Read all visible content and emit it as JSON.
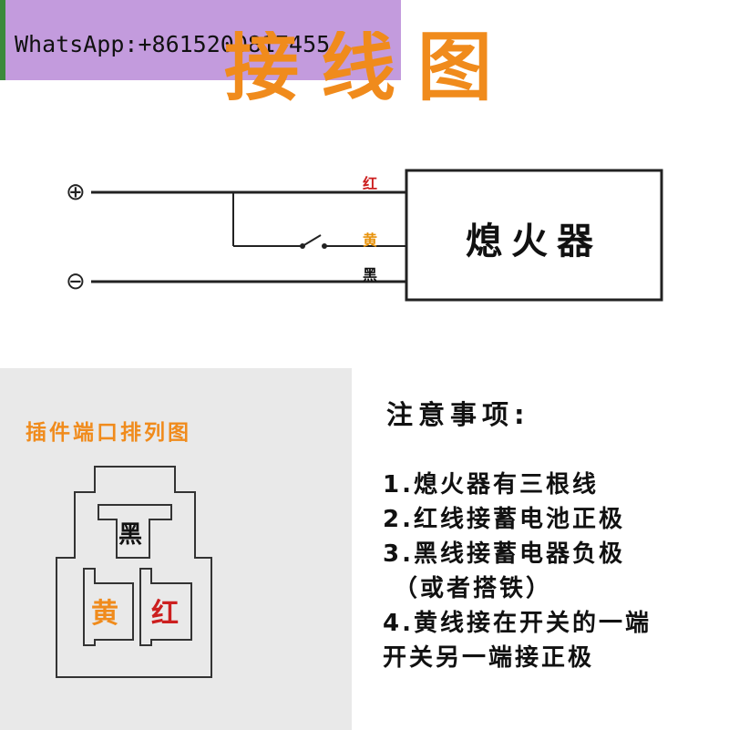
{
  "watermark": {
    "text": "WhatsApp:+8615200817455"
  },
  "title": "接线图",
  "wiring": {
    "device": "熄火器",
    "positive_symbol": "⊕",
    "negative_symbol": "⊖",
    "wires": [
      {
        "label": "红",
        "color": "#cc1f1f"
      },
      {
        "label": "黄",
        "color": "#e8930c"
      },
      {
        "label": "黑",
        "color": "#111111"
      }
    ]
  },
  "connector": {
    "title": "插件端口排列图",
    "pins": [
      {
        "label": "黑",
        "color": "#111111"
      },
      {
        "label": "黄",
        "color": "#f08b1c"
      },
      {
        "label": "红",
        "color": "#cc1f1f"
      }
    ]
  },
  "notes": {
    "title": "注意事项:",
    "items": [
      "1.熄火器有三根线",
      "2.红线接蓄电池正极",
      "3.黑线接蓄电器负极",
      "（或者搭铁）",
      "4.黄线接在开关的一端",
      "开关另一端接正极"
    ]
  },
  "colors": {
    "accent": "#f08b1c",
    "panel": "#e9e9e9"
  }
}
